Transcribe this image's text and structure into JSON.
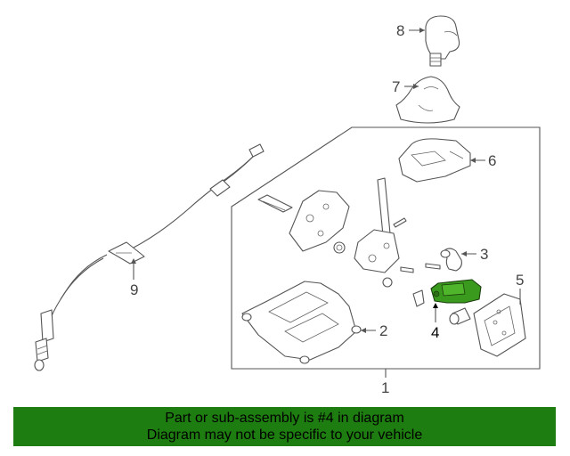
{
  "diagram": {
    "callouts": [
      "1",
      "2",
      "3",
      "4",
      "5",
      "6",
      "7",
      "8",
      "9"
    ],
    "highlighted_part": "4",
    "highlight_color": "#3a9a1e",
    "banner_color": "#1e7d10"
  },
  "banner": {
    "line1": "Part or sub-assembly is #4 in diagram",
    "line2": "Diagram may not be specific to your vehicle"
  }
}
